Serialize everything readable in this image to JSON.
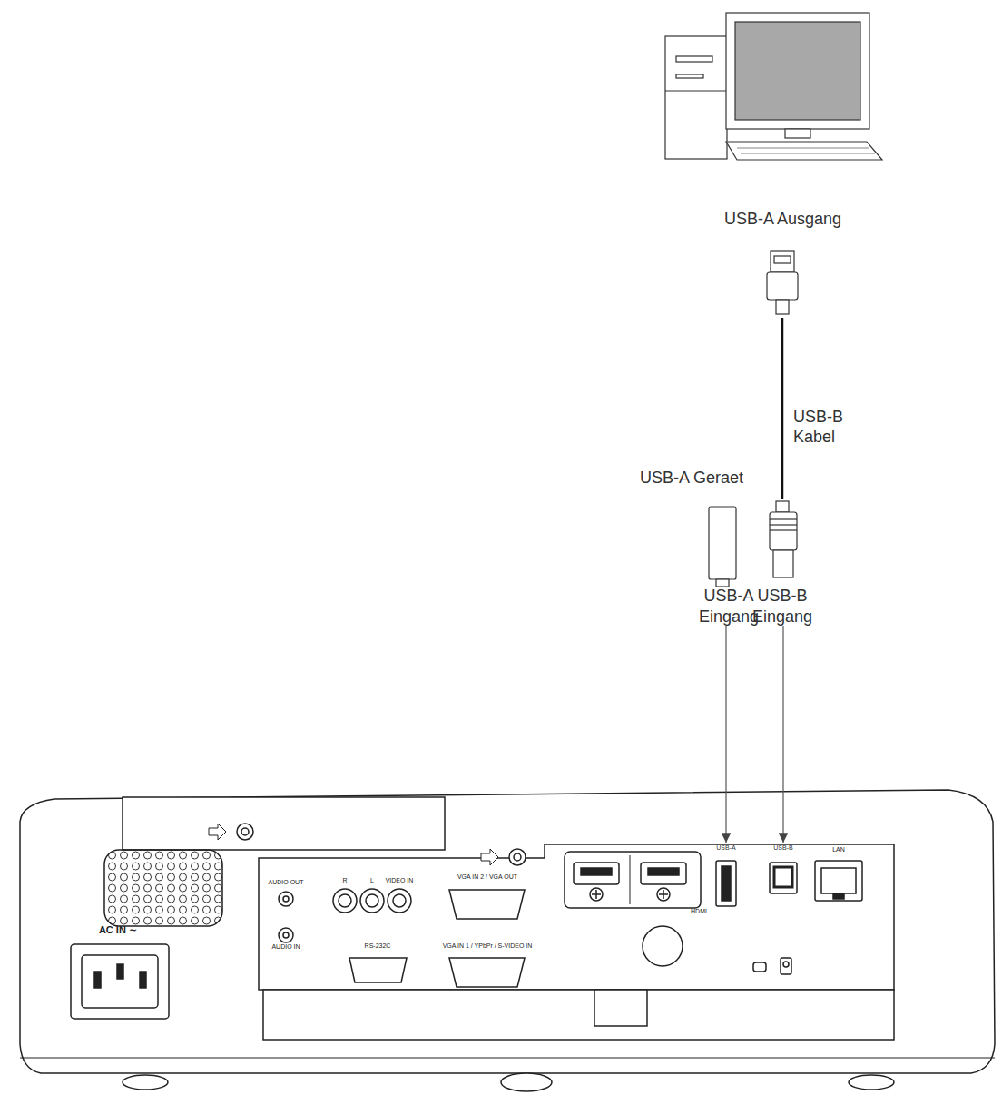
{
  "diagram": {
    "nodes": [
      {
        "text": [
          "USB-A Ausgang"
        ]
      },
      {
        "text": [
          "USB-B Eingang"
        ]
      },
      {
        "text": [
          "USB-A Geraet",
          "USB-A Eingang"
        ]
      },
      {
        "text": [
          "USB-A"
        ]
      },
      {
        "text": [
          "USB-B"
        ]
      }
    ],
    "edges": [
      {
        "from": 0,
        "to": 1,
        "label": "USB-B Kabel",
        "arrow": "none"
      },
      {
        "from": 2,
        "to": 3,
        "arrow": "to"
      },
      {
        "from": 1,
        "to": 4,
        "arrow": "to"
      }
    ],
    "labels": [
      "AUDIO OUT",
      "R",
      "L",
      "VIDEO IN",
      "VGA IN 2 / VGA OUT",
      "RS-232C",
      "VGA IN 1 / YPbPr / S-VIDEO IN",
      "AUDIO IN",
      "HDMI",
      "LAN",
      "AC IN ∼"
    ]
  }
}
